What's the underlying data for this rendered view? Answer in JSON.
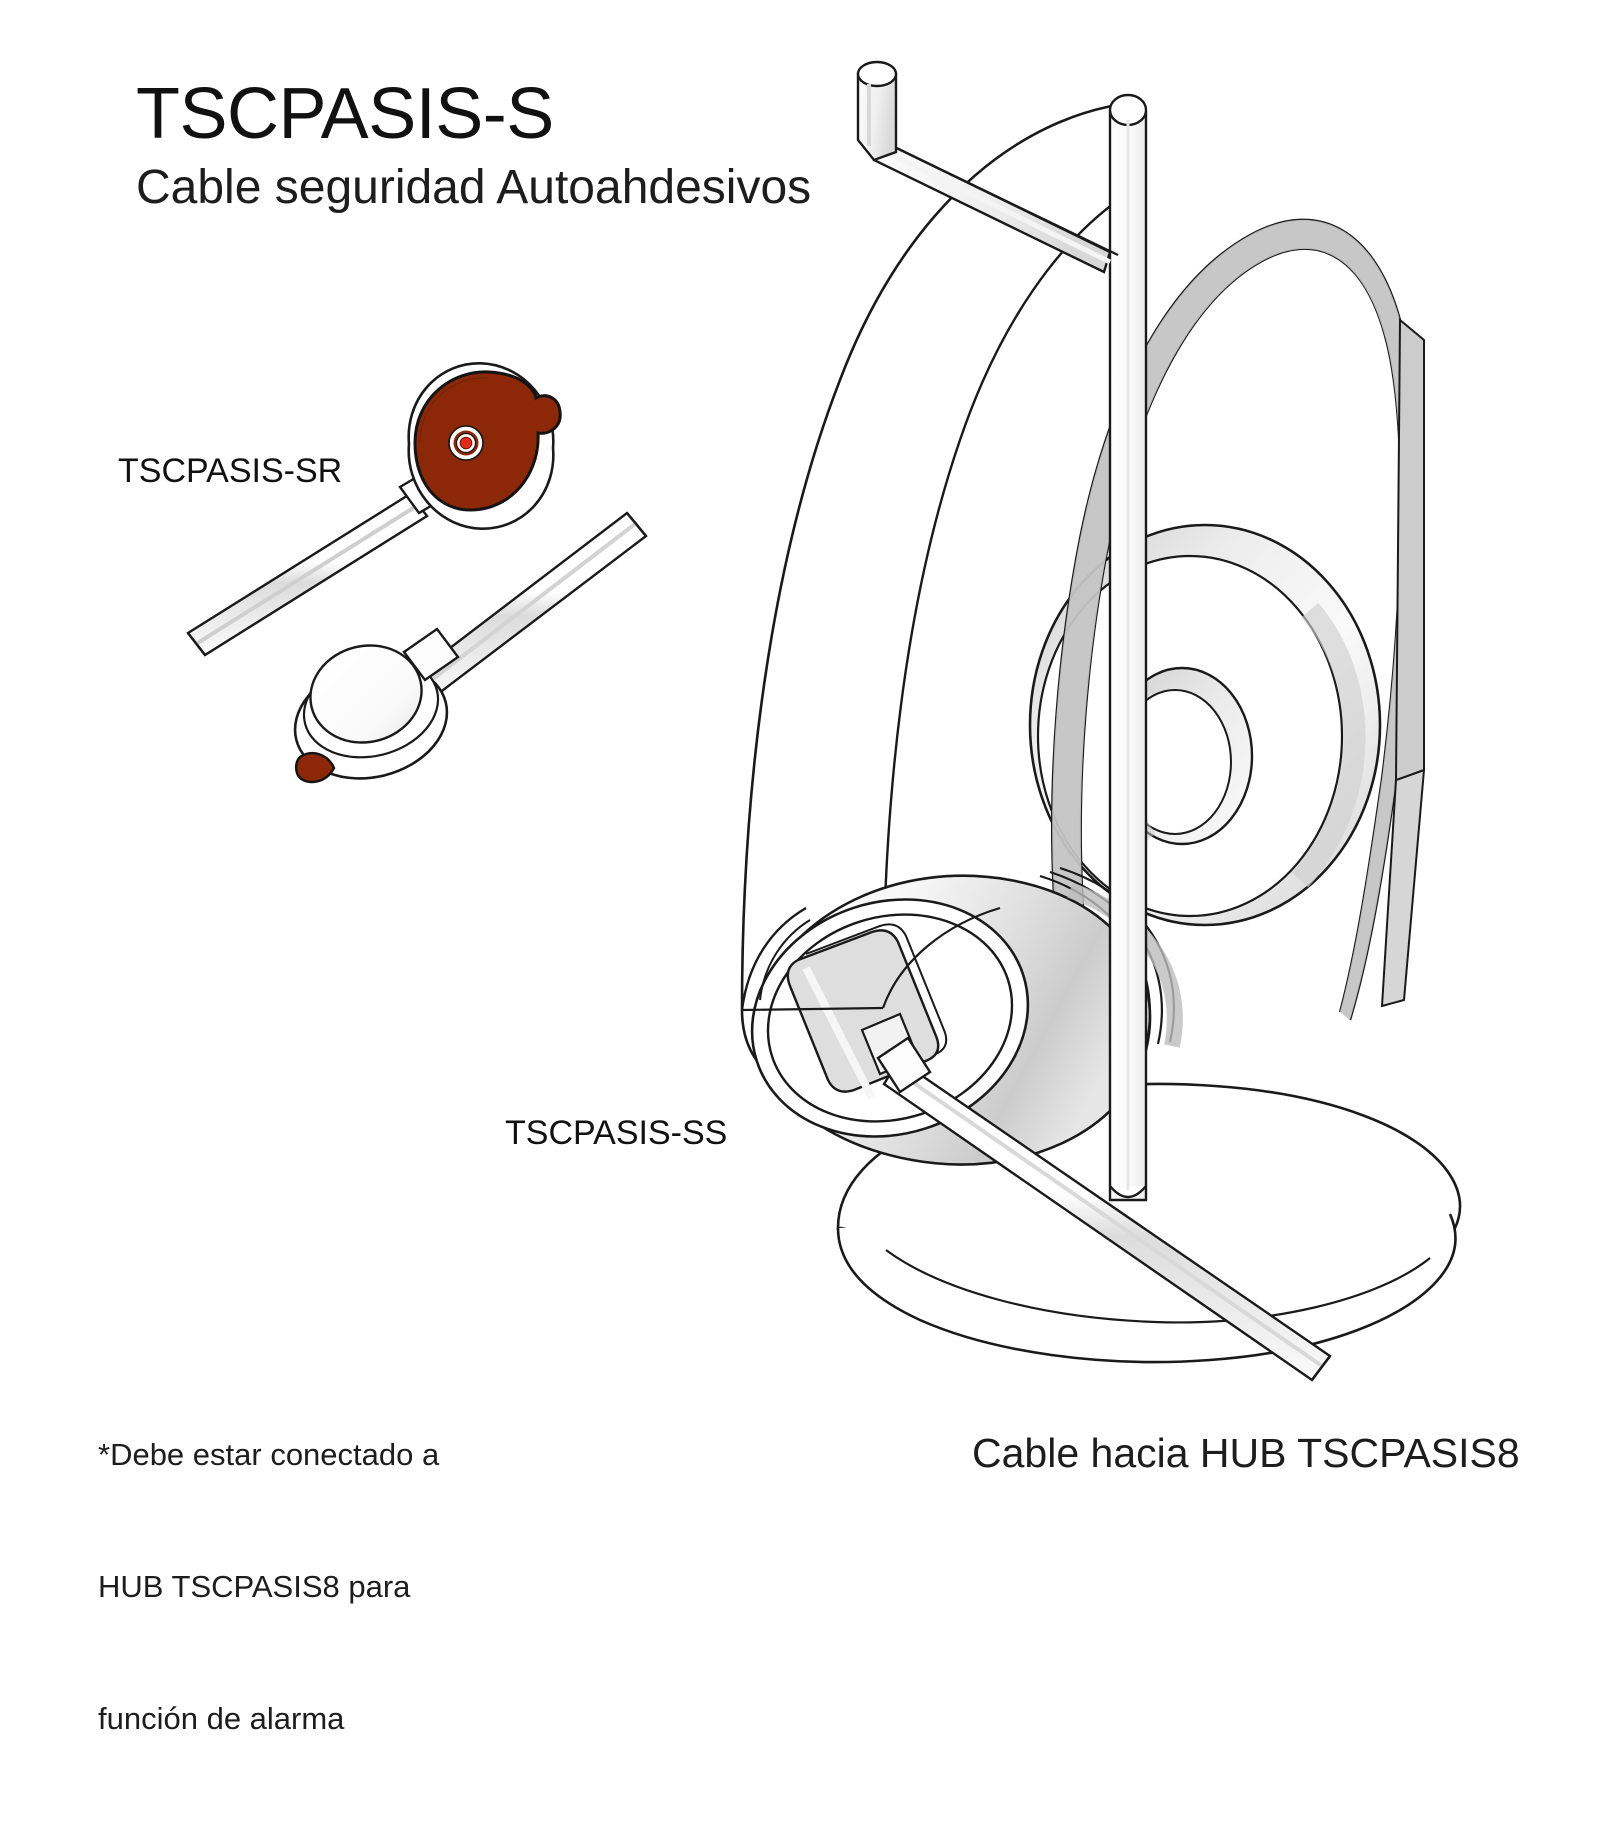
{
  "document": {
    "type": "product-technical-diagram",
    "background_color": "#ffffff"
  },
  "header": {
    "title": "TSCPASIS-S",
    "subtitle": "Cable seguridad Autoahdesivos"
  },
  "labels": {
    "sensor_round": "TSCPASIS-SR",
    "sensor_square": "TSCPASIS-SS",
    "cable_to_hub": "Cable hacia HUB TSCPASIS8"
  },
  "footnote": {
    "line1": "*Debe estar conectado a",
    "line2": "HUB TSCPASIS8 para",
    "line3": "función de alarma"
  },
  "colors": {
    "adhesive_red": "#8C2808",
    "led_red": "#E4281B",
    "outline": "#1a1a1a",
    "shade_light": "#f2f2f2",
    "shade_mid": "#e3e3e3",
    "shade_dark": "#c9c9c9",
    "pad_grey": "#dedede",
    "text": "#1d1d1d",
    "background": "#ffffff"
  },
  "illustrations": {
    "round_adhesive_sensor": {
      "name": "TSCPASIS-SR",
      "description": "Round self-adhesive security sensor with central LED and cable tail"
    },
    "puck_adhesive_sensor": {
      "name": "TSCPASIS-SS",
      "description": "Dome puck self-adhesive sensor with red adhesive pad and cable tail"
    },
    "headphone_stand": {
      "description": "Over-ear headphones resting on a vertical post stand with elliptical base, security pad attached to the near ear cup, cable running to hub"
    }
  }
}
